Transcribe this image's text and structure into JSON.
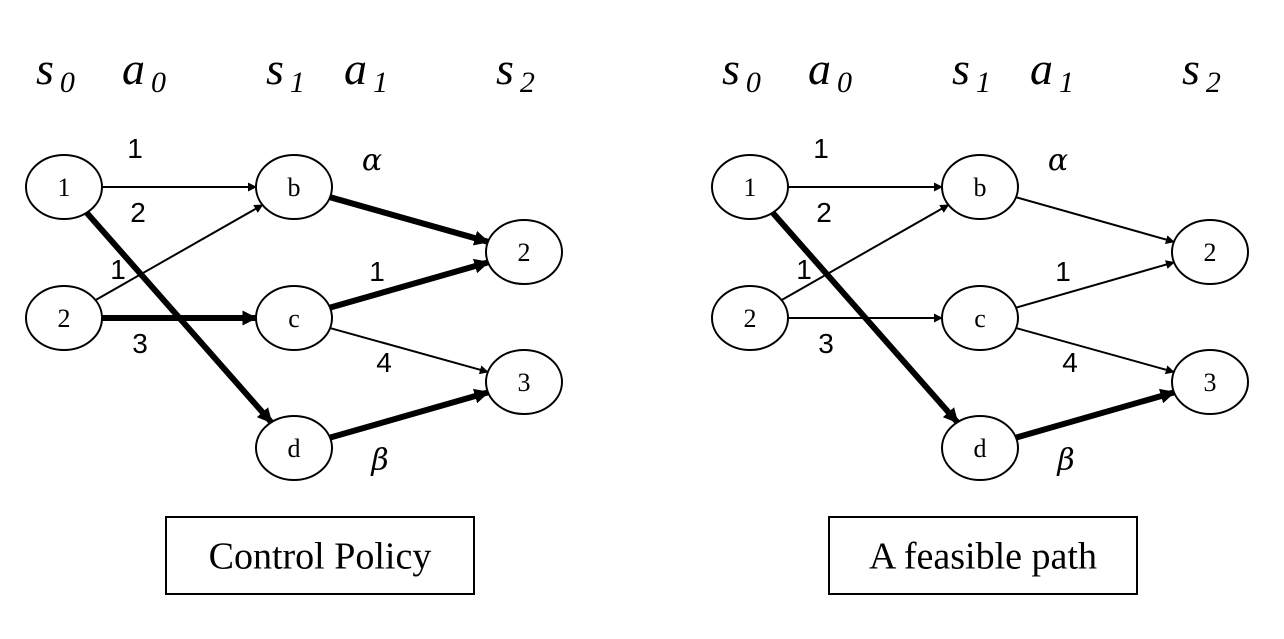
{
  "panels": [
    {
      "id": "control-policy",
      "caption": "Control Policy",
      "headers": [
        {
          "id": "s0",
          "letter": "s",
          "sub": "0"
        },
        {
          "id": "a0",
          "letter": "a",
          "sub": "0"
        },
        {
          "id": "s1",
          "letter": "s",
          "sub": "1"
        },
        {
          "id": "a1",
          "letter": "a",
          "sub": "1"
        },
        {
          "id": "s2",
          "letter": "s",
          "sub": "2"
        }
      ],
      "nodes": [
        {
          "id": "n0-1",
          "label": "1"
        },
        {
          "id": "n0-2",
          "label": "2"
        },
        {
          "id": "n1-b",
          "label": "b"
        },
        {
          "id": "n1-c",
          "label": "c"
        },
        {
          "id": "n1-d",
          "label": "d"
        },
        {
          "id": "n2-2",
          "label": "2"
        },
        {
          "id": "n2-3",
          "label": "3"
        }
      ],
      "edges": [
        {
          "from": "n0-1",
          "to": "n1-b",
          "label": "1",
          "bold": false
        },
        {
          "from": "n0-1",
          "to": "n1-d",
          "label": "2",
          "bold": true
        },
        {
          "from": "n0-2",
          "to": "n1-b",
          "label": "1",
          "bold": false
        },
        {
          "from": "n0-2",
          "to": "n1-c",
          "label": "3",
          "bold": true
        },
        {
          "from": "n1-b",
          "to": "n2-2",
          "label": "α",
          "bold": true
        },
        {
          "from": "n1-c",
          "to": "n2-2",
          "label": "1",
          "bold": true
        },
        {
          "from": "n1-c",
          "to": "n2-3",
          "label": "4",
          "bold": false
        },
        {
          "from": "n1-d",
          "to": "n2-3",
          "label": "β",
          "bold": true
        }
      ]
    },
    {
      "id": "feasible-path",
      "caption": "A feasible path",
      "headers": [
        {
          "id": "s0",
          "letter": "s",
          "sub": "0"
        },
        {
          "id": "a0",
          "letter": "a",
          "sub": "0"
        },
        {
          "id": "s1",
          "letter": "s",
          "sub": "1"
        },
        {
          "id": "a1",
          "letter": "a",
          "sub": "1"
        },
        {
          "id": "s2",
          "letter": "s",
          "sub": "2"
        }
      ],
      "nodes": [
        {
          "id": "n0-1",
          "label": "1"
        },
        {
          "id": "n0-2",
          "label": "2"
        },
        {
          "id": "n1-b",
          "label": "b"
        },
        {
          "id": "n1-c",
          "label": "c"
        },
        {
          "id": "n1-d",
          "label": "d"
        },
        {
          "id": "n2-2",
          "label": "2"
        },
        {
          "id": "n2-3",
          "label": "3"
        }
      ],
      "edges": [
        {
          "from": "n0-1",
          "to": "n1-b",
          "label": "1",
          "bold": false
        },
        {
          "from": "n0-1",
          "to": "n1-d",
          "label": "2",
          "bold": true
        },
        {
          "from": "n0-2",
          "to": "n1-b",
          "label": "1",
          "bold": false
        },
        {
          "from": "n0-2",
          "to": "n1-c",
          "label": "3",
          "bold": false
        },
        {
          "from": "n1-b",
          "to": "n2-2",
          "label": "α",
          "bold": false
        },
        {
          "from": "n1-c",
          "to": "n2-2",
          "label": "1",
          "bold": false
        },
        {
          "from": "n1-c",
          "to": "n2-3",
          "label": "4",
          "bold": false
        },
        {
          "from": "n1-d",
          "to": "n2-3",
          "label": "β",
          "bold": true
        }
      ]
    }
  ]
}
